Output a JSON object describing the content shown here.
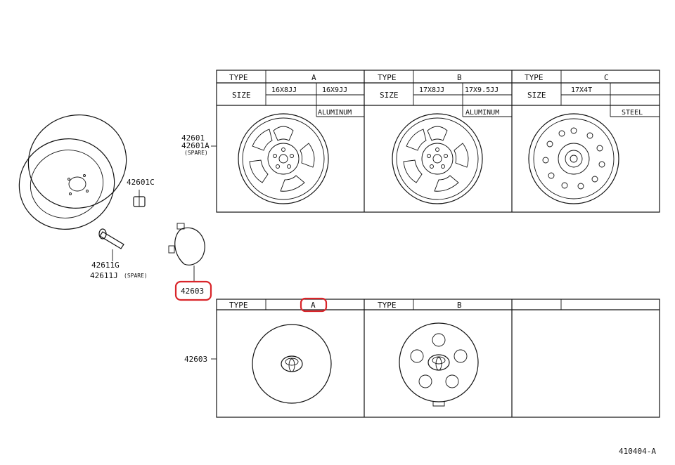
{
  "parts": {
    "wheel_top": "42601",
    "wheel_mid": "42601A",
    "wheel_spare": "(SPARE)",
    "hub_nut": "42601C",
    "valve_main": "42611G",
    "valve_spare": "42611J",
    "valve_spare_note": "(SPARE)",
    "center_cap": "42603",
    "center_cap_row": "42603"
  },
  "wheel_table": {
    "type_label": "TYPE",
    "size_label": "SIZE",
    "columns": [
      {
        "type": "A",
        "size1": "16X8JJ",
        "size2": "16X9JJ",
        "material": "ALUMINUM"
      },
      {
        "type": "B",
        "size1": "17X8JJ",
        "size2": "17X9.5JJ",
        "material": "ALUMINUM"
      },
      {
        "type": "C",
        "size1": "17X4T",
        "size2": "",
        "material": "STEEL"
      }
    ]
  },
  "cap_table": {
    "type_label": "TYPE",
    "columns": [
      {
        "type": "A"
      },
      {
        "type": "B"
      },
      {
        "type": ""
      }
    ]
  },
  "diagram_code": "410404-A",
  "colors": {
    "line": "#111111",
    "highlight": "#d9252a"
  }
}
